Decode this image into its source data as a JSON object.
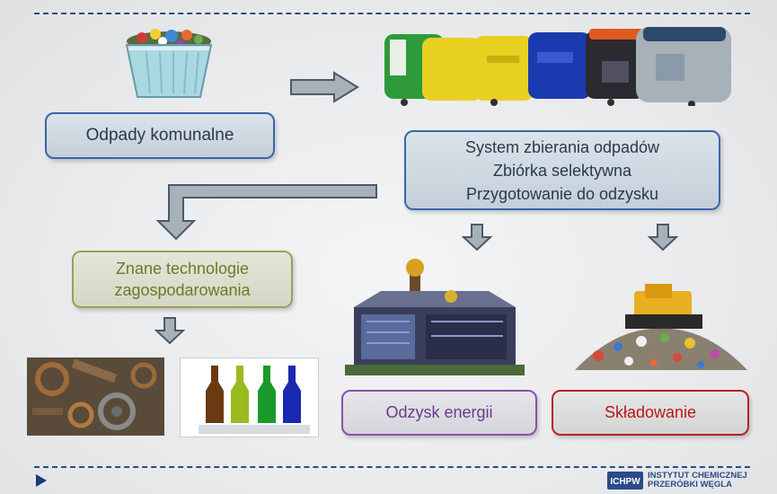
{
  "boxes": {
    "municipal_waste": "Odpady komunalne",
    "collection_lines": [
      "System zbierania odpadów",
      "Zbiórka selektywna",
      "Przygotowanie do odzysku"
    ],
    "known_tech_lines": [
      "Znane technologie",
      "zagospodarowania"
    ],
    "energy_recovery": "Odzysk energii",
    "landfilling": "Składowanie"
  },
  "footer": {
    "logo_mark": "ICHPW",
    "logo_lines": [
      "INSTYTUT CHEMICZNEJ",
      "PRZERÓBKI WĘGLA"
    ]
  },
  "colors": {
    "accent": "#2c4a86",
    "box_blue_border": "#3a66a8",
    "box_olive_border": "#9aa15a",
    "box_purple_border": "#8a50a8",
    "box_red_border": "#b82222",
    "arrow_fill": "#a8b0b8",
    "arrow_stroke": "#4a5a6a"
  },
  "icons": [
    "waste-bin-icon",
    "collection-bins-icon",
    "scrap-metal-icon",
    "glass-bottles-icon",
    "incineration-plant-icon",
    "landfill-icon",
    "play-icon"
  ]
}
